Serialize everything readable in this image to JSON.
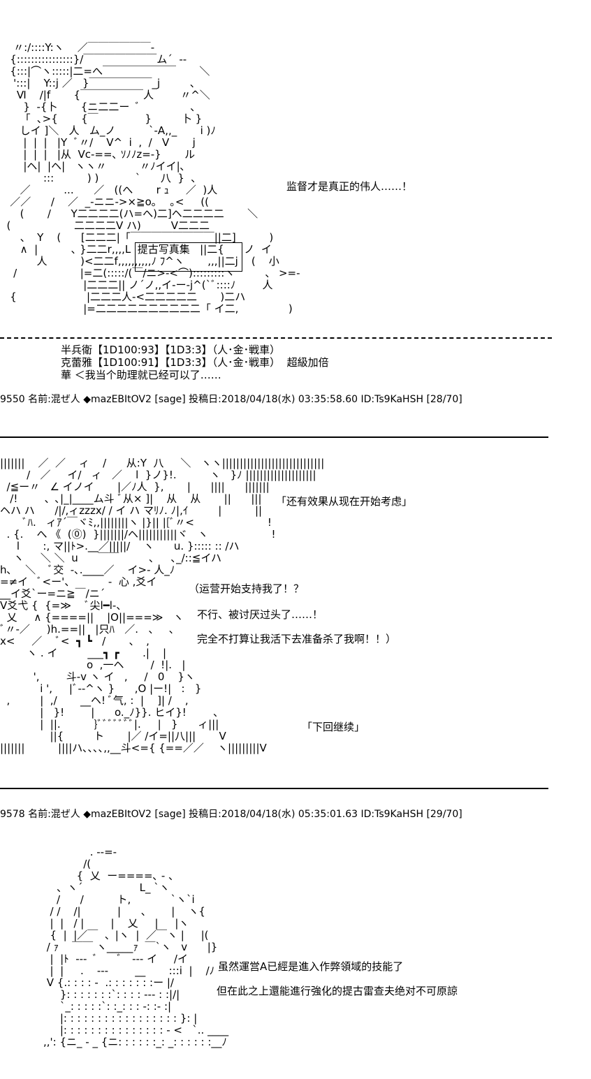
{
  "section1": {
    "art_lines": [
      "    〃:/::::Y:ヽ    ／￣￣￣￣￣￣-",
      "   {::::::::::::::::}/￣￣￣￣￣￣￣ム´  --",
      "   {:::|⌒ヽ:::::|二=へ￣￣￣￣￣￣￣       ＼",
      "    ':::|    Y::j ／   }￣￣￣￣￣￣_j         ､",
      "     Ⅵ    /|f       {￣￣￣￣￣￣人        〃^＼",
      "       }  -{卜       {ニ二二ー  ﾞ               ､",
      "      「  ､>{       {￣              }         卜 }",
      "      しイ ]＼   人   ム_ノ          `-A,,_       i )ﾉ",
      "       |  |  |   |Y  ﾞ〃/    V^  i  ,  /   V       j",
      "       |  |  |   |从  Vc-==､ ｿﾉﾉz=-}       ル",
      "       |ヘ|  |ヘ|   ヽヽ〃          〃ﾉイイ|､",
      "             :::          ) )           `      八  }  ､",
      "      ／          ...      ／   ((へ       r ｭ     ／  )人",
      "   ／／      /    ／  _-ニニ->×≧o｡    ｡<     ((",
      "      (       /      Y二二二二(ハ=へ)二]ヘ二二二二       ＼",
      "  (                   二二二二V ハ)         V二二二",
      "      、  Y    (      [二二二|「￣￣￣￣￣￣￣￣||二]          )",
      "      ∧  |          ､ }二二r,,,,L  提古写真集   ||二{      ノ  イ",
      "           人          )<二二f,,,,,,,,,,ﾉ ﾌ^ヽ       ,,,||二j    (    小",
      "    /                   |=二(:::::/(￣/ニ>-<⌒):::::::::ヽ         、 >=-",
      "                         |二二二|| ノ´ノ,,イ-ー-j^(`ﾞ::::ﾉ        人",
      "   {                     |二二二人-<二二二二二       )二ハ",
      "                         |=二二二二二二二二二二「 イ二,               )"
    ],
    "caption": "监督才是真正的伟人……！",
    "frame_label": "提古写真集"
  },
  "dice_lines": [
    "半兵衛【1D100:93】【1D3:3】（人･金･戦車）",
    "克蕾雅【1D100:91】【1D3:3】（人･金･戦車）  超級加倍",
    "華 ＜我当个助理就已经可以了……"
  ],
  "posts": [
    {
      "header": "9550 名前:混ぜ人 ◆mazEBItOV2 [sage] 投稿日:2018/04/18(水) 03:35:58.60 ID:Ts9KaHSH [28/70]"
    },
    {
      "header": "9578 名前:混ぜ人 ◆mazEBItOV2 [sage] 投稿日:2018/04/18(水) 05:35:01.63 ID:Ts9KaHSH [29/70]"
    }
  ],
  "section2": {
    "art_lines": [
      "|||||||    ／  ／    ィ    /      从:Y  八     ＼   ヽヽ|||||||||||||||||||||||||||||",
      "        /   ／     イ/   ィ   ／    l  }ノ}!.          ヽ   }ﾉ ||||||||||||||||||||",
      "  /≦ー〃   ∠ イノイ       |／ﾉ人  },       |      ||||      |||||||",
      "   /!        、､|_|____ム斗 ﾞ从× ]|    从    从       ||      |||",
      "ヘハ ハ      /|/,ィzzzx/ / イ ハ マﾘﾉ. ﾉ|,ｲ         |          ||",
      "       ﾞﾊ.   ィｱ´￣ヾﾐ,,||||||||ヽ |}|| |[ﾞ〃<                      !",
      "  . {.    へ 《  (⓪)  }|||||||/ヘ|||||||||||ヾ   ヽ                   !",
      "     l       :, マ||ﾄ>.__／|||||/    ヽ      u. }::::: :: /ハ",
      "    ヽ     ＼ ＼  u      ￣￣         ､     ､_/::≦イハ",
      "h､    ＼    ﾞ交  -､.____／    イ>- 人_ﾉ",
      "=≠イ   ﾞ<ー'、          -  心 ,爻イ",
      "__イ爻`ー=ニ≧￣/ニ´",
      "V爻弋 {  {=≫    ﾞ尖l━l-、",
      "  乂     ∧ {====||    |O||===≫   ヽ",
      "ﾞ〃-／     )h.==||   |只ﾊ   ／.   、   、",
      "x<     ／    ﾞ<  ┓ ┗   /       、  ,",
      "        ヽ . イ         ___┓ ┏       .|    |",
      "                          o  ,一ヘ        /  !|.   |",
      "          ',        斗-v ヽ イ   ,     /   0    }ヽ",
      "            i ',     |ﾞ--^ヽ }      ,O |ー!|   :   }",
      "  ,         |  ,/       __ヘ! ﾞ气, :  |    ]| /    ,",
      "            |   }!        |      o._ﾉ}}. ヒイ}!        、",
      "            |  ||.          }ﾞﾞﾞﾞﾞﾞﾞ|.     |   }      ィ|||",
      "               ||{         ト       |／ /イ=||八|||       V",
      "|||||||          ||||ハ､､､､,,__斗<={ {==／／    ヽ|||||||||V"
    ],
    "captions": [
      "「还有效果从现在开始考虑」",
      "（运营开始支持我了！？",
      "不行、被讨厌过头了……！",
      "完全不打算让我活下去准备杀了我啊！！）",
      "「下回继续」"
    ]
  },
  "section3": {
    "art_lines": [
      "                           . --=-",
      "                         /(",
      "                       {  乂  ー====､ - 、",
      "                 、ヽ´                 L_ `ヽ",
      "                 /      /          ト,            `ヽ`i",
      "               / /    /|           |      、      |    ヽ{",
      "               |  |   / |        |    乂     |     |ヽ",
      "               {  |  |／￣  、|ヽ  |  ／￣ヽ |     |(",
      "              / ｧ    ￣￣ ヽ_____ｧ  ￣`ヽ   v      |}",
      "               |  |ﾄ  ---  ﾞ      ﾞ   --- イ     /イ",
      "               |  |     .    ---        __       :::i  |    /ﾉ",
      "              V {.: : : : -  .: : : : : : :ー |/",
      "                  }: : : : : : :`: : : : --- : :|/|",
      "                  `_: : : : :`: :_: : : -: :- :|",
      "                  |: : : : : : : : : : : : : : : : : }: |",
      "                  |: : : : : : : : : : : : : : : - <   `.. ____",
      "             ,,': {ニ_ - _ {ニ: : : : : :_: _: : : : : :__ﾉ"
    ],
    "captions": [
      "虽然運営A已經是進入作弊領域的技能了",
      "但在此之上還能進行強化的提古雷查夫绝对不可原諒"
    ]
  },
  "separators": {
    "solid_dots_1": "…………",
    "solid_dots_2": "…………"
  }
}
